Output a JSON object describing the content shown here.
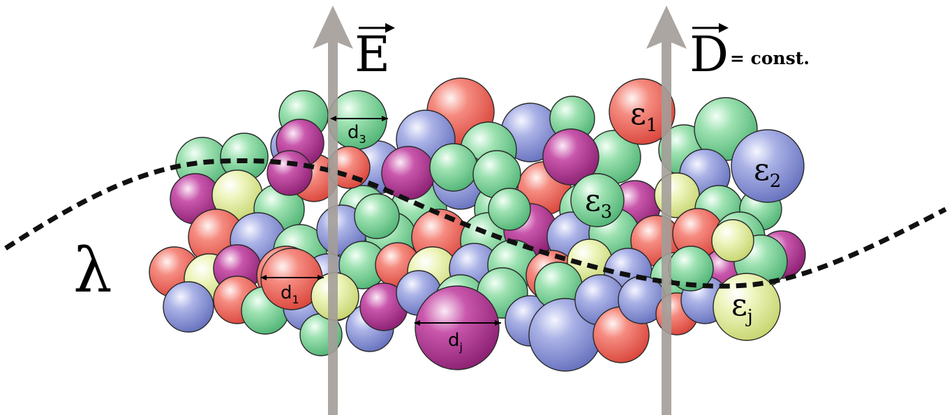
{
  "labels": {
    "e_field": "E",
    "d_field": "D",
    "d_suffix": "= const.",
    "wavelength": "λ",
    "eps_1": {
      "base": "ε",
      "sub": "1"
    },
    "eps_2": {
      "base": "ε",
      "sub": "2"
    },
    "eps_3": {
      "base": "ε",
      "sub": "3"
    },
    "eps_j": {
      "base": "ε",
      "sub": "j"
    },
    "d_1": {
      "base": "d",
      "sub": "1"
    },
    "d_3": {
      "base": "d",
      "sub": "3"
    },
    "d_j": {
      "base": "d",
      "sub": "j"
    }
  },
  "colors": {
    "arrow": "#a39d98",
    "wave": "#111111",
    "red": "#ef6a5f",
    "green": "#7fd39b",
    "blue": "#8d97d6",
    "magenta": "#b13a93",
    "yellow": "#e3ee9e"
  },
  "legend_icons": [
    "vector-arrow-icon"
  ]
}
